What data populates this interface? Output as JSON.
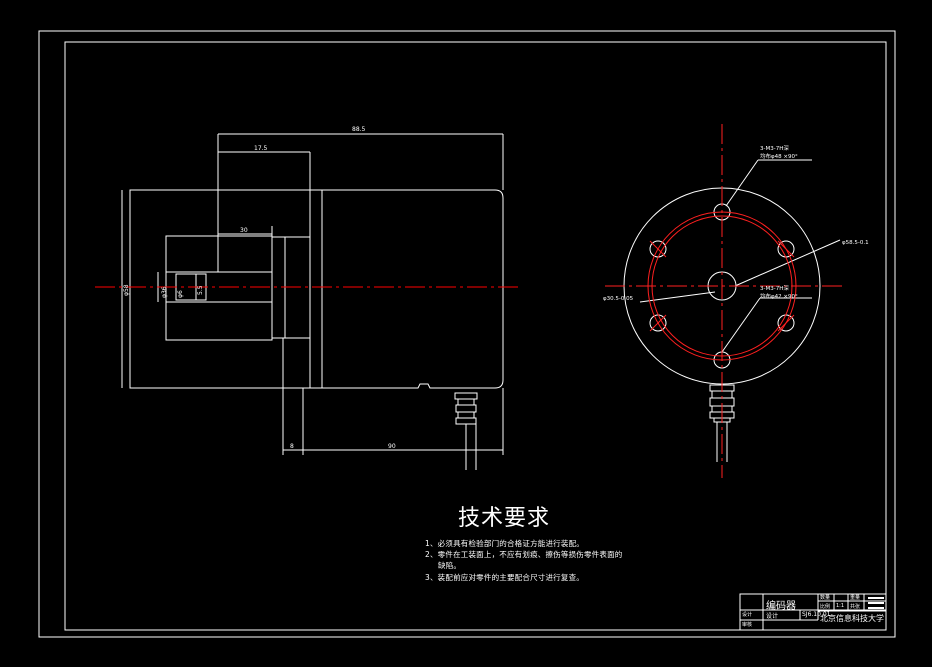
{
  "requirements": {
    "heading": "技术要求",
    "items": [
      "1、必须具有检验部门的合格证方能进行装配。",
      "2、零件在工装面上，不应有划痕、擦伤等损伤零件表面的",
      "缺陷。",
      "3、装配前应对零件的主要配合尺寸进行复查。"
    ]
  },
  "side_view": {
    "dim_total_length": "88.5",
    "dim_flange": "17.5",
    "dim_shaft": "30",
    "dim_bottom": "90",
    "dim_small": "8",
    "dim_body_dia": "φ58",
    "dim_hub_dia": "φ36",
    "dim_shaft_dia": "φ6",
    "dim_key": "5.5"
  },
  "front_view": {
    "callout_top_1": "3-M3-7H深",
    "callout_top_2": "均布φ48 ×90°",
    "callout_right": "φ58.5-0.1",
    "callout_bottom_1": "3-M3-7H深",
    "callout_bottom_2": "均布φ42 ×90°",
    "callout_left": "φ30.5-0.05"
  },
  "title_block": {
    "part_name": "编码器",
    "row_label_1": "设计",
    "row_label_2": "审核",
    "drawing_no": "SJ6.10.01",
    "material": "比例",
    "scale": "1:1",
    "sheet": "共张",
    "school": "北京信息科技大学",
    "label_qty": "数量",
    "label_weight": "重量"
  },
  "colors": {
    "background": "#000000",
    "lines": "#ffffff",
    "center_lines": "#ff0000",
    "hidden_circle": "#ff3030"
  }
}
